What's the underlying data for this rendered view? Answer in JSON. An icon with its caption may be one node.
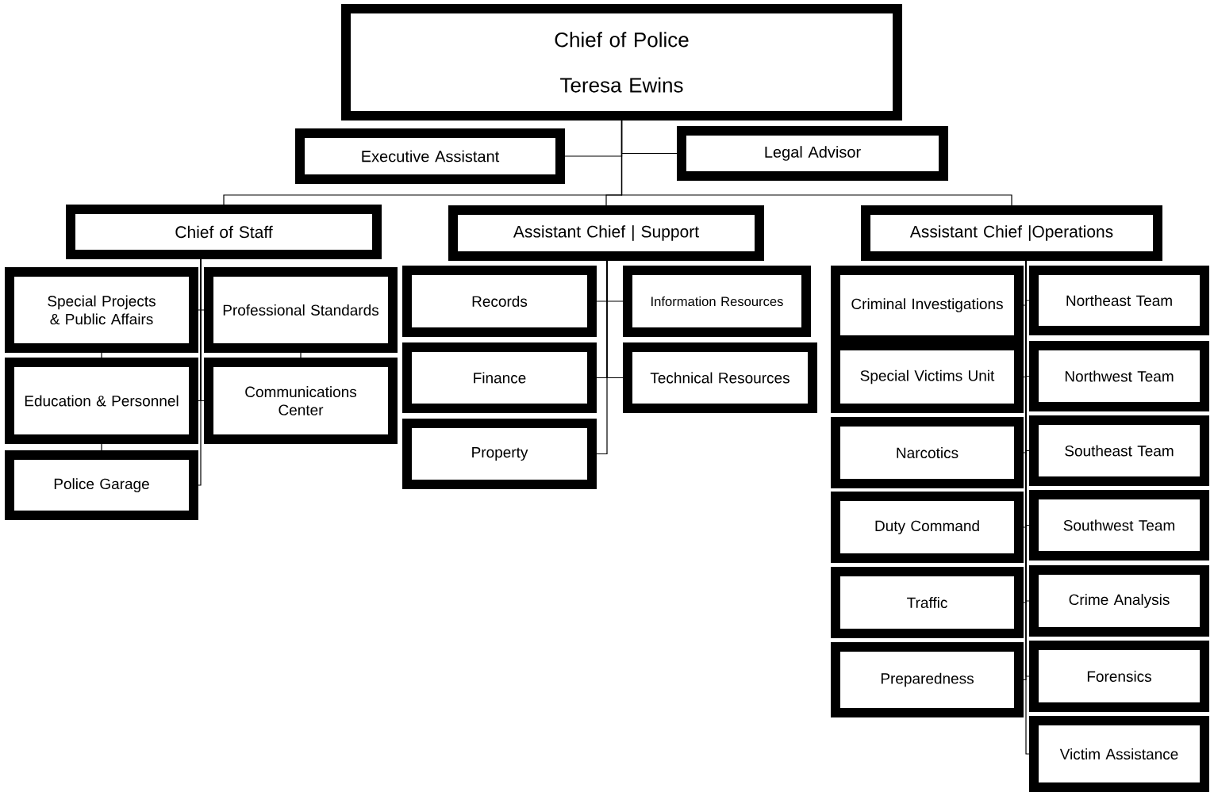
{
  "diagram": {
    "nodes": [
      {
        "text": [
          "Chief of Police",
          "Teresa Ewins"
        ]
      },
      {
        "text": [
          "Executive Assistant"
        ]
      },
      {
        "text": [
          "Legal Advisor"
        ]
      },
      {
        "text": [
          "Chief of Staff"
        ]
      },
      {
        "text": [
          "Assistant Chief | Support"
        ]
      },
      {
        "text": [
          "Assistant Chief |Operations"
        ]
      },
      {
        "text": [
          "Special Projects & Public Affairs"
        ]
      },
      {
        "text": [
          "Professional Standards"
        ]
      },
      {
        "text": [
          "Education & Personnel"
        ]
      },
      {
        "text": [
          "Communications Center"
        ]
      },
      {
        "text": [
          "Police Garage"
        ]
      },
      {
        "text": [
          "Records"
        ]
      },
      {
        "text": [
          "Information Resources"
        ]
      },
      {
        "text": [
          "Finance"
        ]
      },
      {
        "text": [
          "Technical Resources"
        ]
      },
      {
        "text": [
          "Property"
        ]
      },
      {
        "text": [
          "Criminal Investigations"
        ]
      },
      {
        "text": [
          "Northeast Team"
        ]
      },
      {
        "text": [
          "Special Victims Unit"
        ]
      },
      {
        "text": [
          "Northwest Team"
        ]
      },
      {
        "text": [
          "Narcotics"
        ]
      },
      {
        "text": [
          "Southeast Team"
        ]
      },
      {
        "text": [
          "Duty Command"
        ]
      },
      {
        "text": [
          "Southwest Team"
        ]
      },
      {
        "text": [
          "Traffic"
        ]
      },
      {
        "text": [
          "Crime Analysis"
        ]
      },
      {
        "text": [
          "Preparedness"
        ]
      },
      {
        "text": [
          "Forensics"
        ]
      },
      {
        "text": [
          "Victim Assistance"
        ]
      }
    ],
    "edges": [
      {
        "from": 0,
        "to": 1,
        "arrow": "none"
      },
      {
        "from": 0,
        "to": 2,
        "arrow": "none"
      },
      {
        "from": 0,
        "to": 3,
        "arrow": "none"
      },
      {
        "from": 0,
        "to": 4,
        "arrow": "none"
      },
      {
        "from": 0,
        "to": 5,
        "arrow": "none"
      },
      {
        "from": 3,
        "to": 6,
        "arrow": "none"
      },
      {
        "from": 3,
        "to": 7,
        "arrow": "none"
      },
      {
        "from": 3,
        "to": 8,
        "arrow": "none"
      },
      {
        "from": 3,
        "to": 9,
        "arrow": "none"
      },
      {
        "from": 3,
        "to": 10,
        "arrow": "none"
      },
      {
        "from": 6,
        "to": 8,
        "arrow": "none"
      },
      {
        "from": 8,
        "to": 10,
        "arrow": "none"
      },
      {
        "from": 7,
        "to": 9,
        "arrow": "none"
      },
      {
        "from": 4,
        "to": 11,
        "arrow": "none"
      },
      {
        "from": 4,
        "to": 12,
        "arrow": "none"
      },
      {
        "from": 4,
        "to": 13,
        "arrow": "none"
      },
      {
        "from": 4,
        "to": 14,
        "arrow": "none"
      },
      {
        "from": 4,
        "to": 15,
        "arrow": "none"
      },
      {
        "from": 5,
        "to": 16,
        "arrow": "none"
      },
      {
        "from": 5,
        "to": 17,
        "arrow": "none"
      },
      {
        "from": 5,
        "to": 18,
        "arrow": "none"
      },
      {
        "from": 5,
        "to": 19,
        "arrow": "none"
      },
      {
        "from": 5,
        "to": 20,
        "arrow": "none"
      },
      {
        "from": 5,
        "to": 21,
        "arrow": "none"
      },
      {
        "from": 5,
        "to": 22,
        "arrow": "none"
      },
      {
        "from": 5,
        "to": 23,
        "arrow": "none"
      },
      {
        "from": 5,
        "to": 24,
        "arrow": "none"
      },
      {
        "from": 5,
        "to": 25,
        "arrow": "none"
      },
      {
        "from": 5,
        "to": 26,
        "arrow": "none"
      },
      {
        "from": 5,
        "to": 27,
        "arrow": "none"
      },
      {
        "from": 5,
        "to": 28,
        "arrow": "none"
      }
    ]
  }
}
